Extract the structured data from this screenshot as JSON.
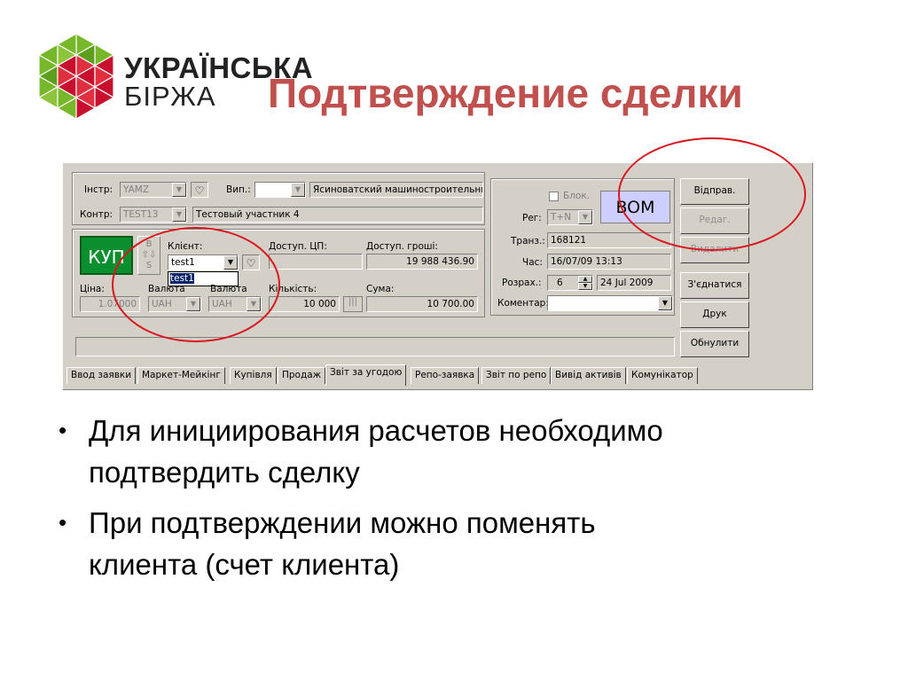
{
  "logo": {
    "line1": "УКРАЇНСЬКА",
    "line2": "БІРЖА",
    "colors": {
      "green": "#77b82a",
      "red": "#c8102e"
    }
  },
  "slide_title": "Подтверждение сделки",
  "app": {
    "instr_label": "Інстр:",
    "instr_value": "YAMZ",
    "vip_label": "Вип.:",
    "vip_value": "",
    "instrument_name": "Ясиноватский машиностроительный",
    "kontr_label": "Контр:",
    "kontr_value": "TEST13",
    "kontr_name": "Тестовый участник 4",
    "buy_button": "КУП",
    "bs_letters": [
      "B",
      "⇧⇩",
      "S"
    ],
    "client_label": "Клієнт:",
    "client_value": "test1",
    "client_dropdown_item": "test1",
    "dostup_cp_label": "Доступ. ЦП:",
    "dostup_cp_value": "",
    "dostup_money_label": "Доступ. гроші:",
    "dostup_money_value": "19 988 436.90",
    "price_label": "Ціна:",
    "price_value": "1.07000",
    "currency_label": "Валюта",
    "currency2_label": "Валюта",
    "currency_value": "UAH",
    "currency2_value": "UAH",
    "quantity_label": "Кількість:",
    "quantity_value": "10 000",
    "sum_label": "Сума:",
    "sum_value": "10 700.00",
    "blok_label": "Блок.",
    "reg_label": "Рег:",
    "reg_value": "T+N",
    "bom": "BOM",
    "trans_label": "Транз.:",
    "trans_value": "168121",
    "time_label": "Час:",
    "time_value": "16/07/09 13:13",
    "settle_label": "Розрах.:",
    "settle_days": "6",
    "settle_date": "24 Jul 2009",
    "comment_label": "Коментар:",
    "comment_value": "",
    "buttons": {
      "send": "Відправ.",
      "edit": "Редаг.",
      "delete": "Видалити",
      "connect": "З'єднатися",
      "print": "Друк",
      "reset": "Обнулити"
    },
    "tabs": [
      "Ввод заявки",
      "Маркет-Мейкінг",
      "Купівля",
      "Продаж",
      "Звіт за угодою",
      "Репо-заявка",
      "Звіт по репо",
      "Вивід активів",
      "Комунікатор"
    ],
    "active_tab": "Звіт за угодою"
  },
  "bullets": [
    "Для инициирования расчетов необходимо\nподтвердить сделку",
    "При подтверждении можно поменять\nклиента (счет клиента)"
  ],
  "annotation_color": "#d9181f"
}
